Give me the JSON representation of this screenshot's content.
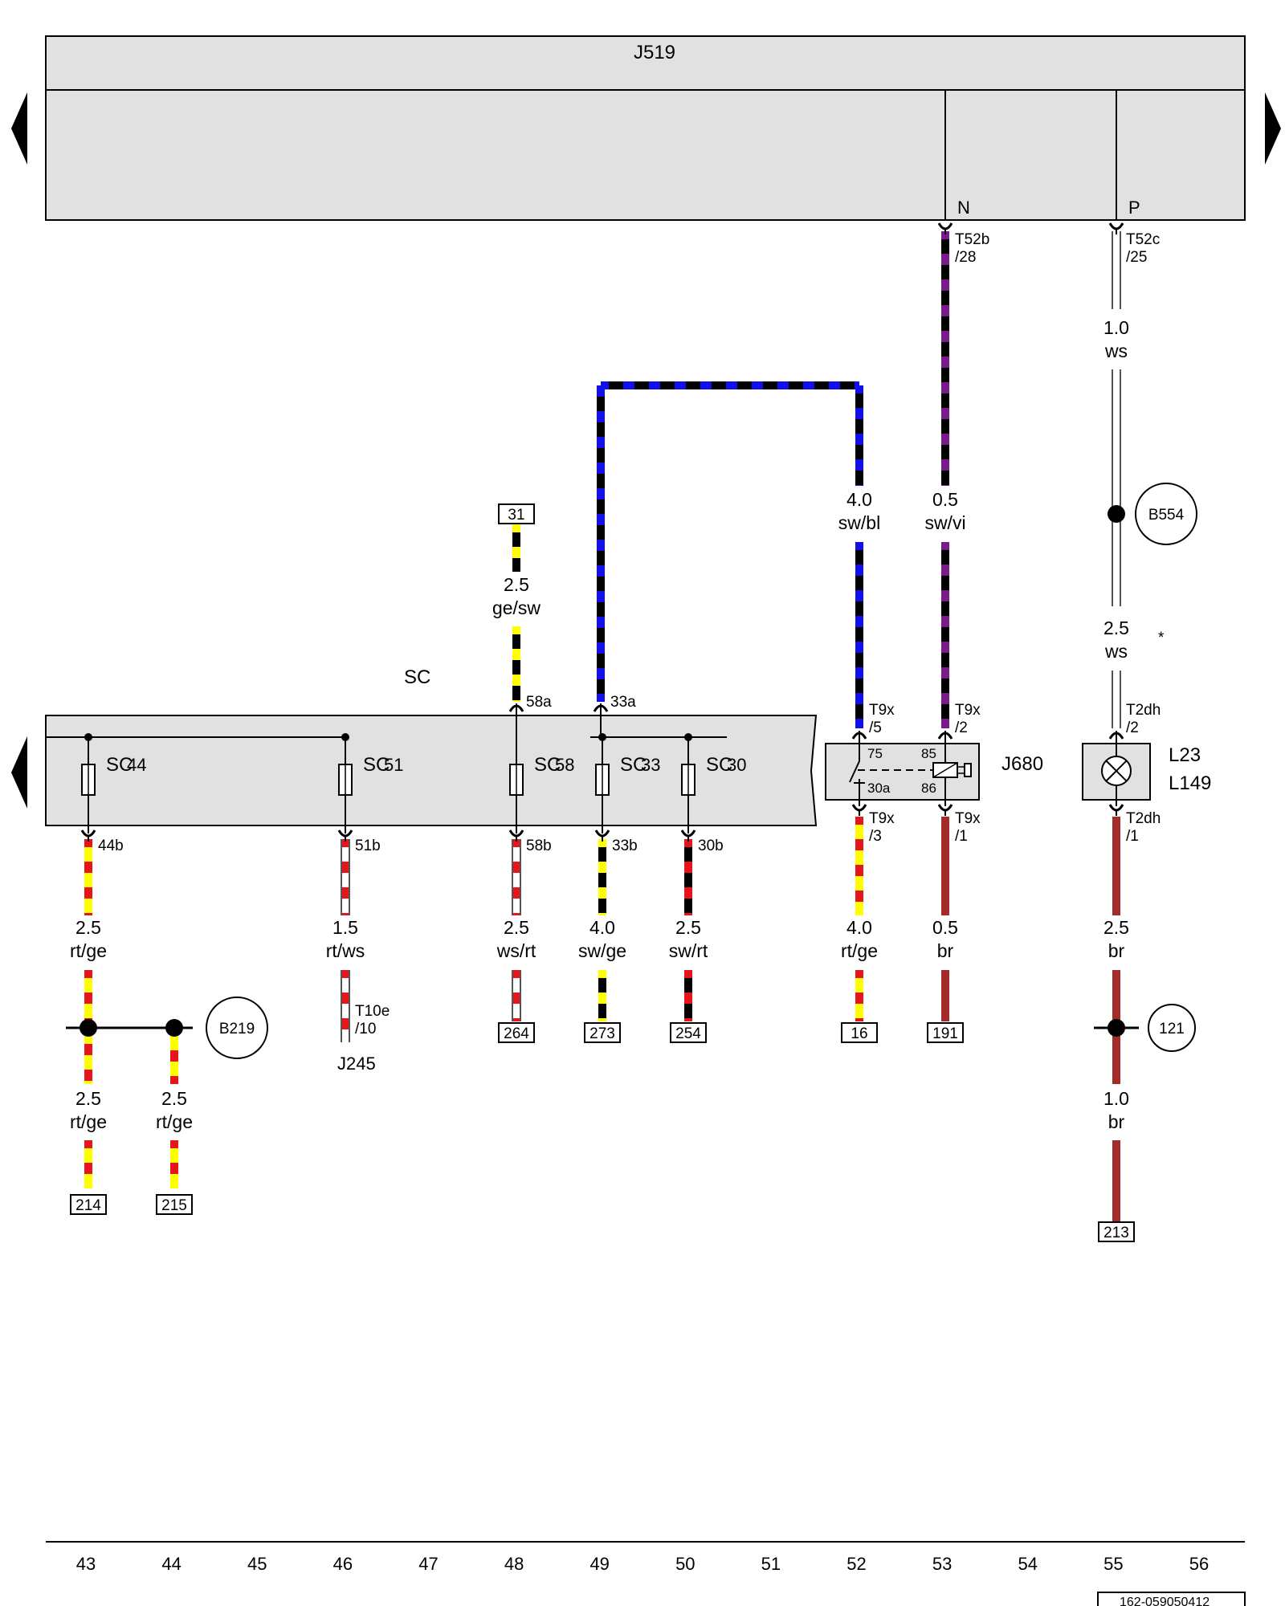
{
  "modules": {
    "j519": "J519",
    "sc": "SC",
    "j680": "J680",
    "l23": "L23",
    "l149": "L149",
    "j245": "J245"
  },
  "pins": {
    "n": "N",
    "p": "P"
  },
  "connectors": {
    "t52b_28": [
      "T52b",
      "/28"
    ],
    "t52c_25": [
      "T52c",
      "/25"
    ],
    "t9x_5": [
      "T9x",
      "/5"
    ],
    "t9x_2": [
      "T9x",
      "/2"
    ],
    "t9x_3": [
      "T9x",
      "/3"
    ],
    "t9x_1": [
      "T9x",
      "/1"
    ],
    "t2dh_2": [
      "T2dh",
      "/2"
    ],
    "t2dh_1": [
      "T2dh",
      "/1"
    ],
    "t10e_10": [
      "T10e",
      "/10"
    ]
  },
  "fuses": {
    "sc44": "SC44",
    "sc51": "SC51",
    "sc58": "SC58",
    "sc33": "SC33",
    "sc30": "SC30"
  },
  "fuse_pins": {
    "p58a": "58a",
    "p33a": "33a",
    "p44b": "44b",
    "p51b": "51b",
    "p58b": "58b",
    "p33b": "33b",
    "p30b": "30b"
  },
  "relay_pins": {
    "r75": "75",
    "r85": "85",
    "r30a": "30a",
    "r86": "86"
  },
  "wires": {
    "w_ws_top": [
      "1.0",
      "ws"
    ],
    "w_swbl": [
      "4.0",
      "sw/bl"
    ],
    "w_swvi": [
      "0.5",
      "sw/vi"
    ],
    "w_gesw": [
      "2.5",
      "ge/sw"
    ],
    "w_ws_mid": [
      "2.5",
      "ws"
    ],
    "w_44": [
      "2.5",
      "rt/ge"
    ],
    "w_51": [
      "1.5",
      "rt/ws"
    ],
    "w_58": [
      "2.5",
      "ws/rt"
    ],
    "w_33": [
      "4.0",
      "sw/ge"
    ],
    "w_30": [
      "2.5",
      "sw/rt"
    ],
    "w_52": [
      "4.0",
      "rt/ge"
    ],
    "w_53": [
      "0.5",
      "br"
    ],
    "w_55": [
      "2.5",
      "br"
    ],
    "w_b219a": [
      "2.5",
      "rt/ge"
    ],
    "w_b219b": [
      "2.5",
      "rt/ge"
    ],
    "w_55b": [
      "1.0",
      "br"
    ]
  },
  "ground_points": {
    "b554": "B554",
    "b219": "B219",
    "g121": "121"
  },
  "refs": {
    "r31": "31",
    "r264": "264",
    "r273": "273",
    "r254": "254",
    "r16": "16",
    "r191": "191",
    "r214": "214",
    "r215": "215",
    "r213": "213"
  },
  "star": "*",
  "columns": [
    "43",
    "44",
    "45",
    "46",
    "47",
    "48",
    "49",
    "50",
    "51",
    "52",
    "53",
    "54",
    "55",
    "56"
  ],
  "doc_id": "162-059050412",
  "colors": {
    "module_fill": "#e1e1e1",
    "red": "#e8141b",
    "yellow": "#ffff00",
    "black": "#000000",
    "blue": "#1010ee",
    "violet": "#7a1b8c",
    "brown": "#a52a2a",
    "white": "#ffffff",
    "wire_edge": "#555555"
  }
}
